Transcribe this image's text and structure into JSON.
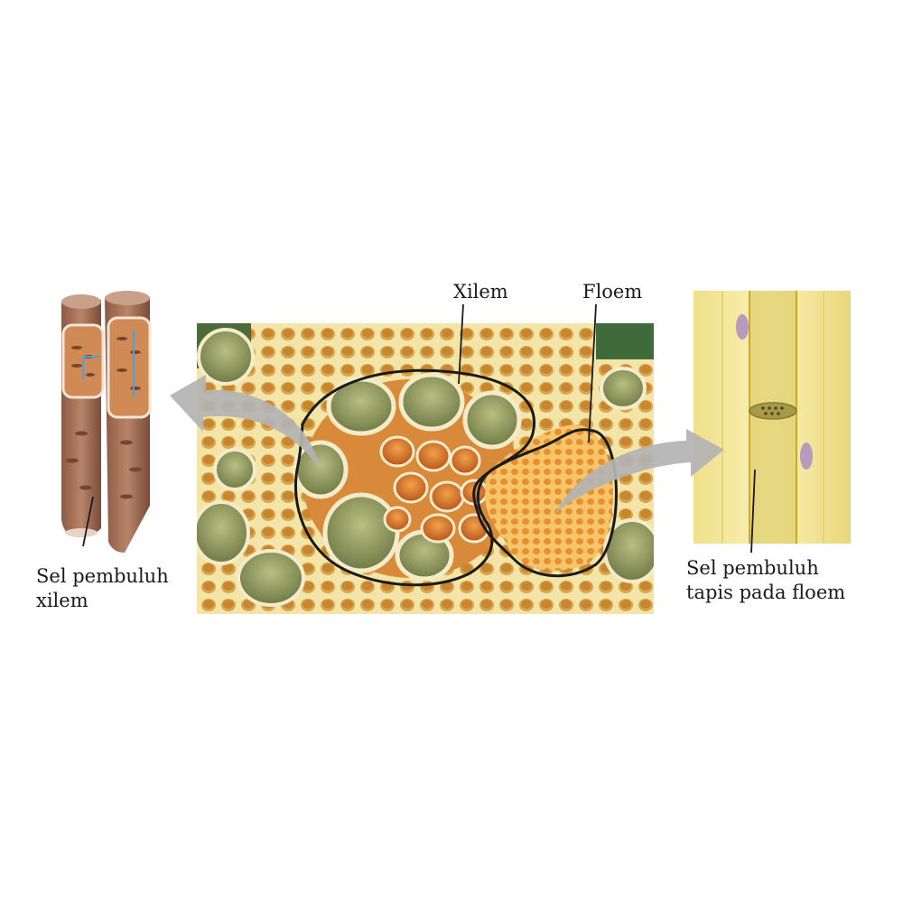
{
  "labels": {
    "xylem": "Xilem",
    "phloem": "Floem",
    "xylem_vessel_line1": "Sel pembuluh",
    "xylem_vessel_line2": "xilem",
    "sieve_tube_line1": "Sel pembuluh",
    "sieve_tube_line2": "tapis pada floem"
  },
  "colors": {
    "background": "#ffffff",
    "arrow": "#b3b3b3",
    "xylem_vessel_fill": "#a8735a",
    "sieve_tube_fill": "#f6e79a",
    "micrograph_tissue": "#e9c97a",
    "xylem_cells": "#9aa66b",
    "phloem_cells": "#e8a33a",
    "outline": "#1a1a1a"
  }
}
